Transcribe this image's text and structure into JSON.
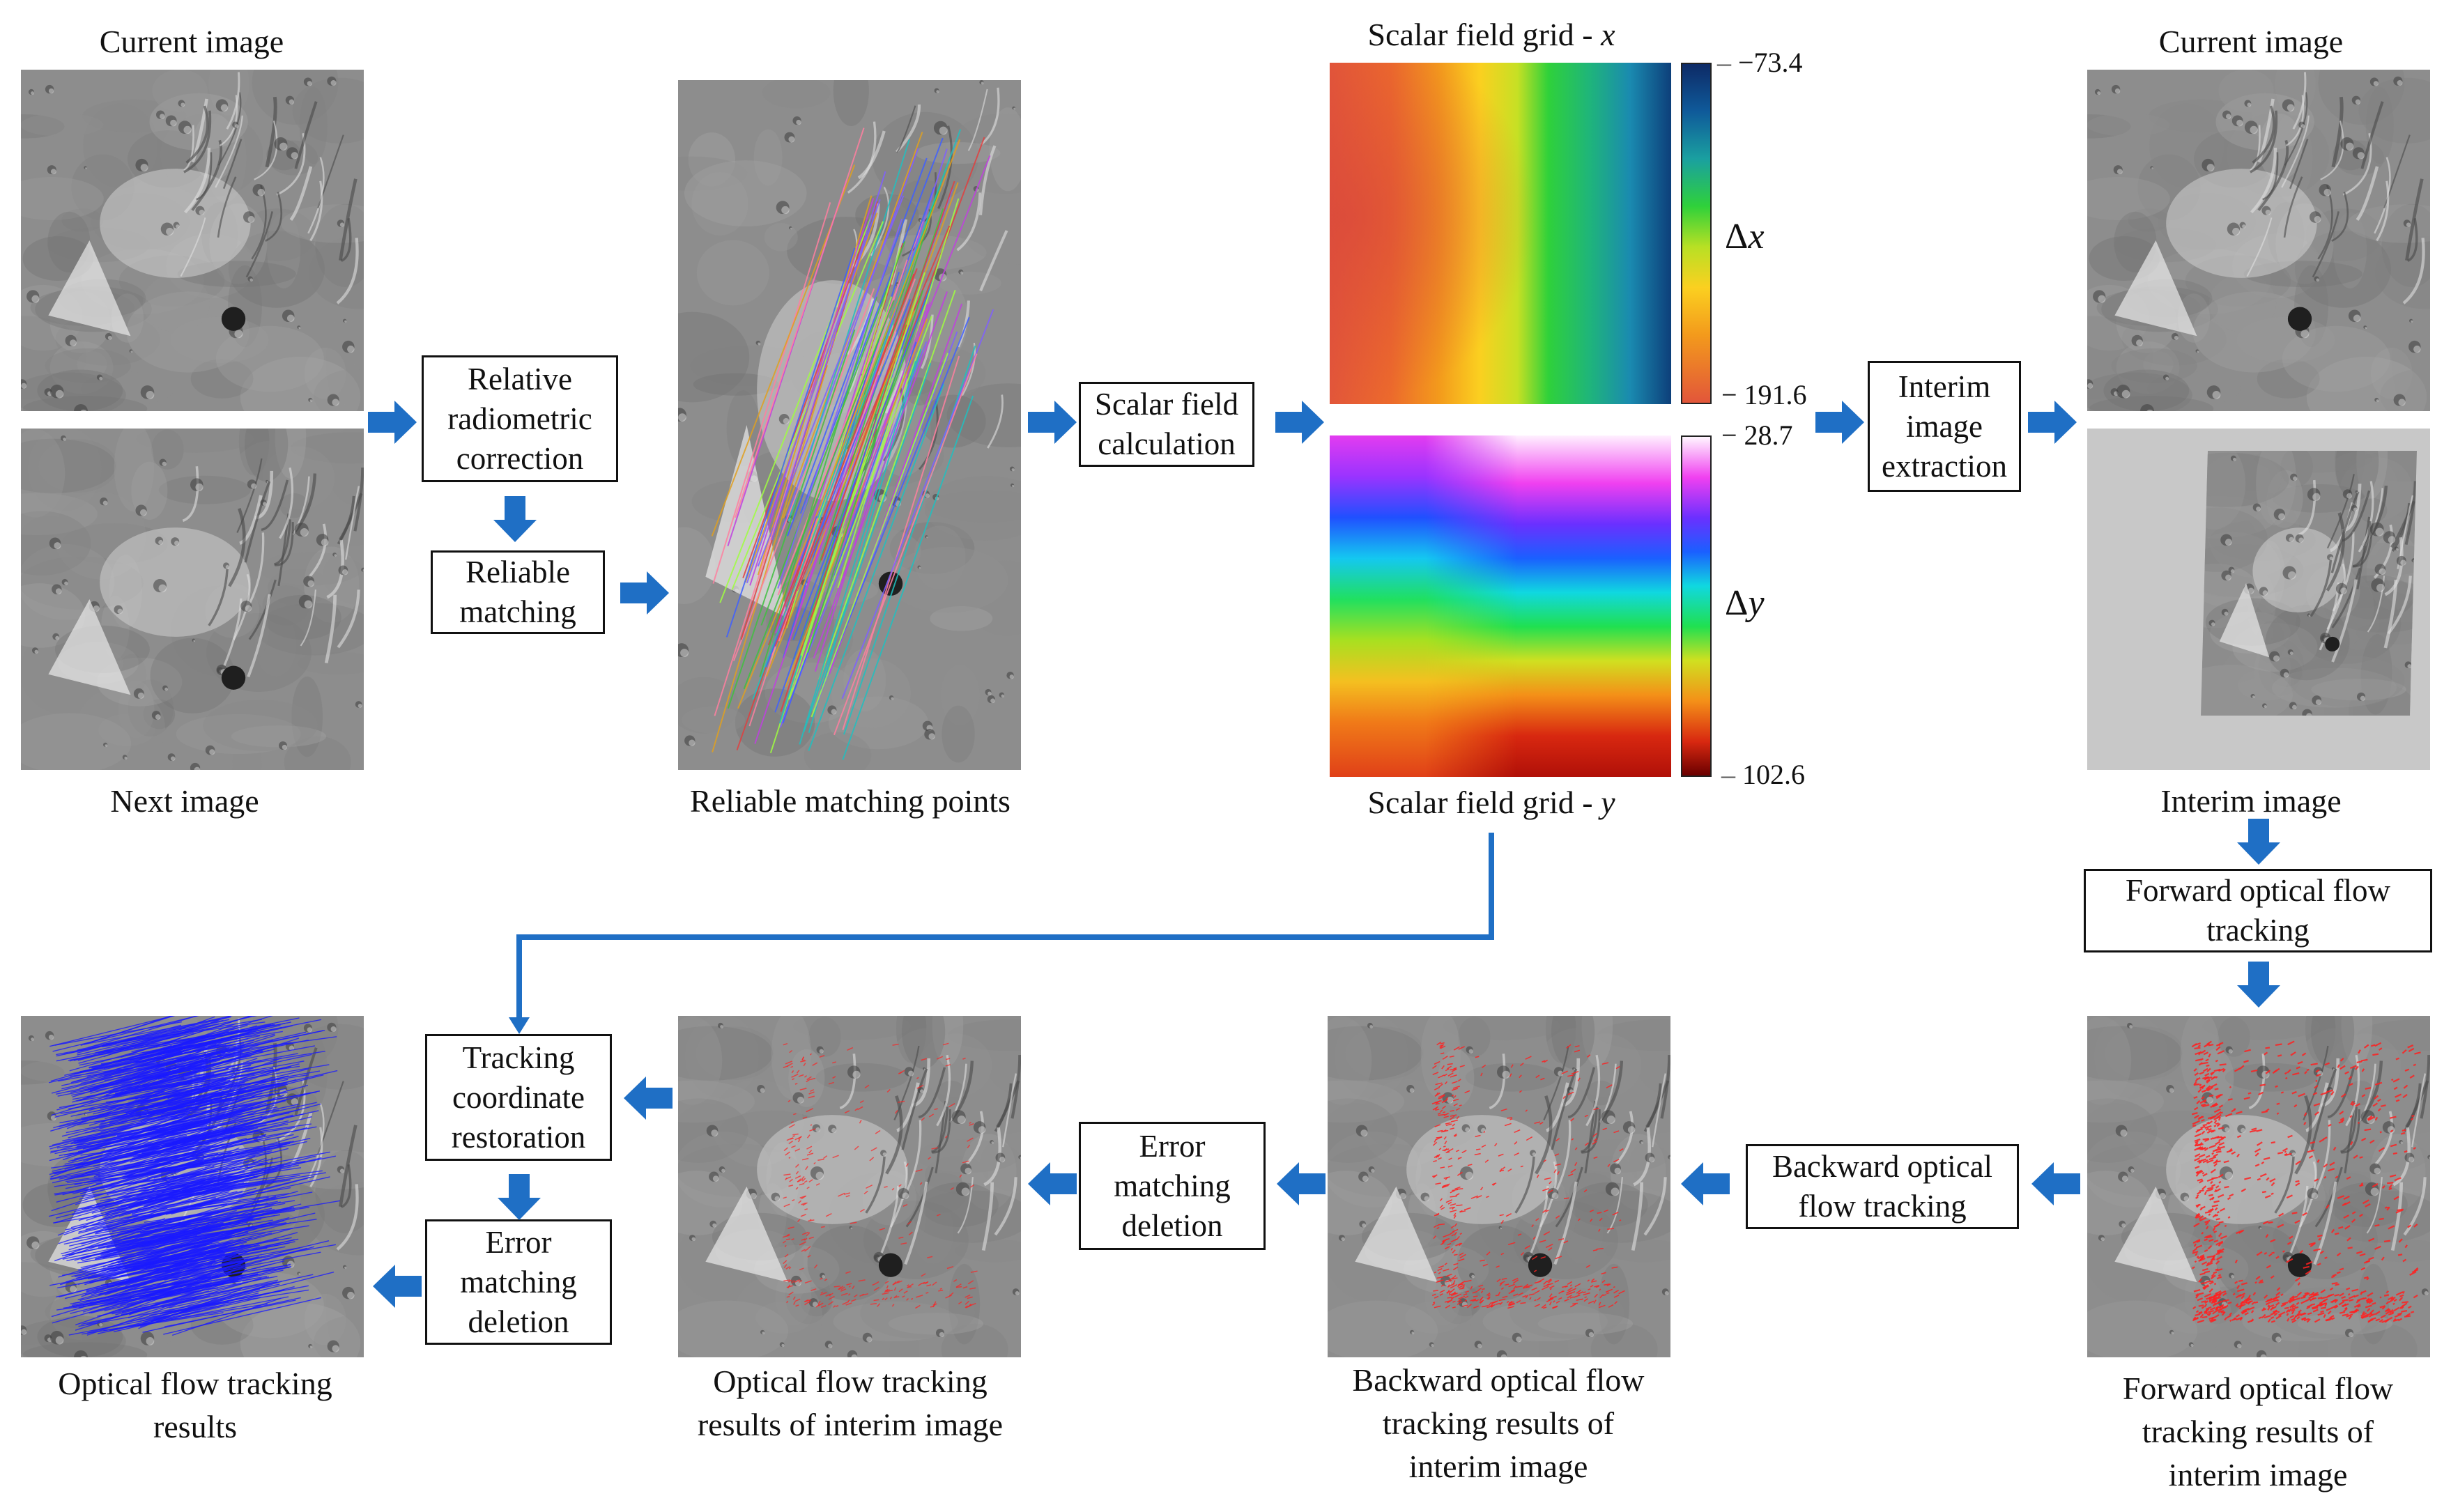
{
  "captions": {
    "current_image_top_left": "Current image",
    "next_image": "Next image",
    "reliable_matching_points": "Reliable matching points",
    "scalar_field_grid_x_prefix": "Scalar field grid - ",
    "scalar_field_grid_x_var": "x",
    "scalar_field_grid_y_prefix": "Scalar field grid - ",
    "scalar_field_grid_y_var": "y",
    "current_image_top_right": "Current image",
    "interim_image": "Interim image",
    "optical_flow_results_l1": "Optical flow tracking",
    "optical_flow_results_l2": "results",
    "optical_flow_interim_l1": "Optical flow tracking",
    "optical_flow_interim_l2": "results of interim image",
    "backward_results_l1": "Backward optical flow",
    "backward_results_l2": "tracking results of",
    "backward_results_l3": "interim image",
    "forward_results_l1": "Forward optical flow",
    "forward_results_l2": "tracking results of",
    "forward_results_l3": "interim image"
  },
  "boxes": {
    "radiometric": [
      "Relative",
      "radiometric",
      "correction"
    ],
    "reliable_matching": [
      "Reliable",
      "matching"
    ],
    "scalar_field_calc": [
      "Scalar field",
      "calculation"
    ],
    "interim_extraction": [
      "Interim",
      "image",
      "extraction"
    ],
    "forward_tracking": [
      "Forward optical flow",
      "tracking"
    ],
    "backward_tracking": [
      "Backward optical",
      "flow tracking"
    ],
    "error_deletion_mid": [
      "Error",
      "matching",
      "deletion"
    ],
    "coord_restoration": [
      "Tracking",
      "coordinate",
      "restoration"
    ],
    "error_deletion_left": [
      "Error",
      "matching",
      "deletion"
    ]
  },
  "colorbars": {
    "x": {
      "label_symbol": "Δ",
      "label_var": "x",
      "top": "−73.4",
      "bottom": "− 191.6"
    },
    "y": {
      "label_symbol": "Δ",
      "label_var": "y",
      "top": "− 28.7",
      "bottom": "102.6"
    }
  },
  "colors": {
    "arrow": "#1f6fc5",
    "connector": "#1f6fc5",
    "flow_blue": "#1a1aff",
    "track_red": "#ff2020",
    "placeholder_gray": "#c8c8c8"
  }
}
